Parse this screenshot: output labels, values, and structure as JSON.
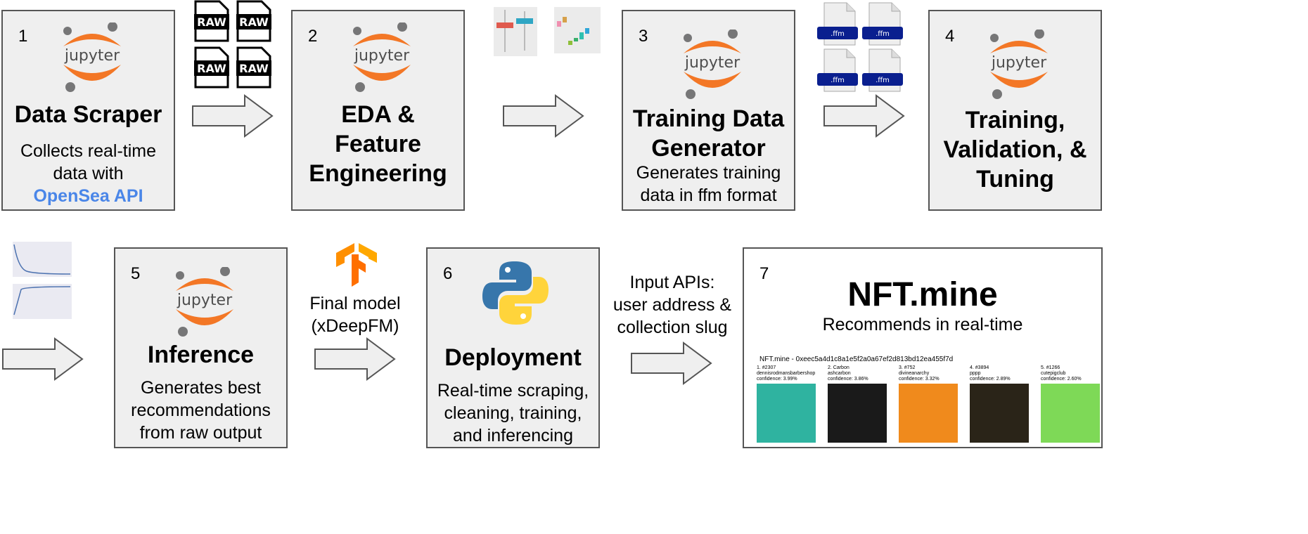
{
  "steps": [
    {
      "number": "1",
      "title": "Data Scraper",
      "desc_line1": "Collects real-time",
      "desc_line2": "data with",
      "desc_link": "OpenSea API"
    },
    {
      "number": "2",
      "title_line1": "EDA &",
      "title_line2": "Feature",
      "title_line3": "Engineering"
    },
    {
      "number": "3",
      "title_line1": "Training Data",
      "title_line2": "Generator",
      "desc_line1": "Generates training",
      "desc_line2": "data in ffm format"
    },
    {
      "number": "4",
      "title_line1": "Training,",
      "title_line2": "Validation, &",
      "title_line3": "Tuning"
    },
    {
      "number": "5",
      "title": "Inference",
      "desc_line1": "Generates best",
      "desc_line2": "recommendations",
      "desc_line3": "from raw output"
    },
    {
      "number": "6",
      "title": "Deployment",
      "desc_line1": "Real-time scraping,",
      "desc_line2": "cleaning, training,",
      "desc_line3": "and inferencing"
    },
    {
      "number": "7",
      "title": "NFT.mine",
      "desc": "Recommends in real-time"
    }
  ],
  "logo_text": "jupyter",
  "raw_label": "RAW",
  "ffm_label": ".ffm",
  "final_model": {
    "line1": "Final model",
    "line2": "(xDeepFM)"
  },
  "input_apis": {
    "line1": "Input APIs:",
    "line2": "user address &",
    "line3": "collection slug"
  },
  "nft_panel": {
    "header": "NFT.mine - 0xeec5a4d1c8a1e5f2a0a67ef2d813bd12ea455f7d",
    "recs": [
      {
        "name": "1. #2307",
        "collection": "dennisrodmansbarbershop",
        "confidence": "confidence: 3.99%",
        "color": "#2fb3a0"
      },
      {
        "name": "2. Carbon",
        "collection": "ashcarbon",
        "confidence": "confidence: 3.86%",
        "color": "#1a1a1a"
      },
      {
        "name": "3. #752",
        "collection": "divineanarchy",
        "confidence": "confidence: 3.32%",
        "color": "#f08a1c"
      },
      {
        "name": "4. #3894",
        "collection": "pppp",
        "confidence": "confidence: 2.89%",
        "color": "#2a2418"
      },
      {
        "name": "5. #1266",
        "collection": "cutepigclub",
        "confidence": "confidence: 2.60%",
        "color": "#7ed957"
      }
    ]
  },
  "colors": {
    "box_fill": "#efefef",
    "border": "#555555",
    "jupyter_orange": "#f37726",
    "link_blue": "#4a86e8",
    "ffm_blue": "#0a1f8f",
    "tf_orange": "#ff8f00",
    "py_blue": "#3776ab",
    "py_yellow": "#ffd43b"
  }
}
